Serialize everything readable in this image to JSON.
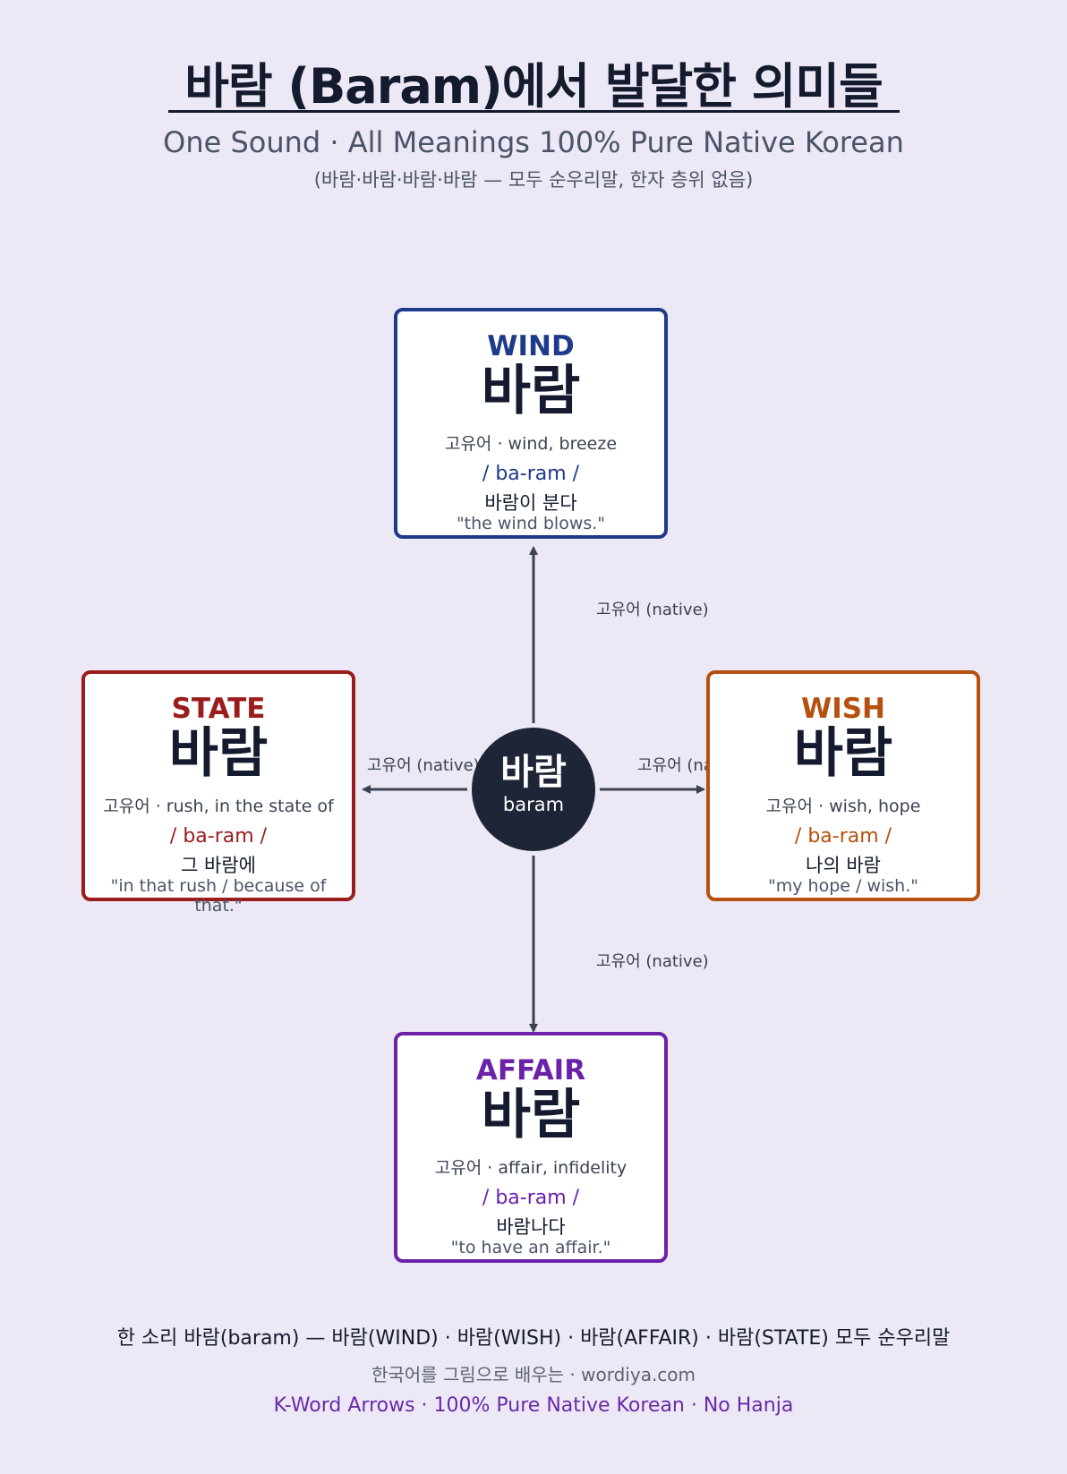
{
  "title": "바람 (Baram)에서 발달한 의미들",
  "subtitle": "One Sound · All Meanings 100% Pure Native Korean",
  "subnote": "(바람·바람·바람·바람 — 모두 순우리말, 한자 층위 없음)",
  "center": {
    "korean": "바람",
    "roman": "baram"
  },
  "colors": {
    "wind": "#1e3a8a",
    "wish": "#b5500f",
    "affair": "#6b21a8",
    "state": "#9b1c1c",
    "arrow": "#3a4152",
    "center": "#1e2536"
  },
  "edges": {
    "top": "고유어 (native)",
    "right": "고유어 (native)",
    "bottom": "고유어 (native)",
    "left": "고유어 (native)"
  },
  "cards": {
    "wind": {
      "category": "WIND",
      "word": "바람",
      "gloss": "고유어 · wind, breeze",
      "pron": "/ ba-ram /",
      "example": "바람이 분다",
      "translation": "\"the wind blows.\""
    },
    "wish": {
      "category": "WISH",
      "word": "바람",
      "gloss": "고유어 · wish, hope",
      "pron": "/ ba-ram /",
      "example": "나의 바람",
      "translation": "\"my hope / wish.\""
    },
    "affair": {
      "category": "AFFAIR",
      "word": "바람",
      "gloss": "고유어 · affair, infidelity",
      "pron": "/ ba-ram /",
      "example": "바람나다",
      "translation": "\"to have an affair.\""
    },
    "state": {
      "category": "STATE",
      "word": "바람",
      "gloss": "고유어 · rush, in the state of",
      "pron": "/ ba-ram /",
      "example": "그 바람에",
      "translation": "\"in that rush / because of that.\""
    }
  },
  "footer": {
    "line1": "한 소리 바람(baram) — 바람(WIND) · 바람(WISH) · 바람(AFFAIR) · 바람(STATE) 모두 순우리말",
    "line2": "한국어를 그림으로 배우는 · wordiya.com",
    "line3": "K-Word Arrows · 100% Pure Native Korean · No Hanja"
  }
}
